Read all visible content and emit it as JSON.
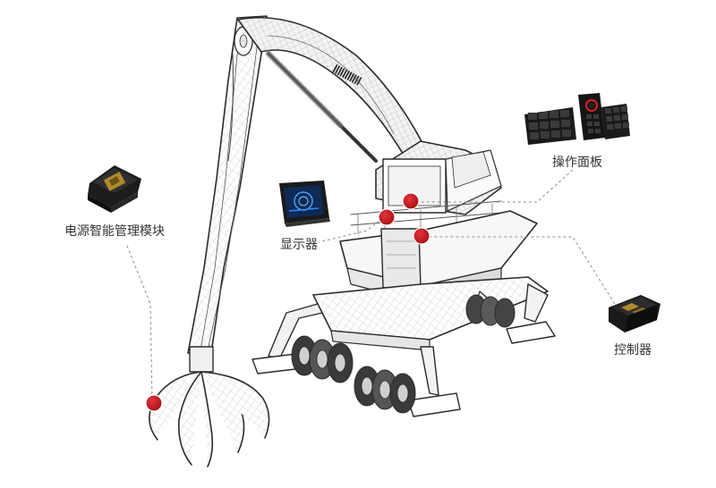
{
  "labels": {
    "power_module": "电源智能管理模块",
    "display": "显示器",
    "operation_panel": "操作面板",
    "controller": "控制器"
  },
  "colors": {
    "hotspot": "#c8161d",
    "line": "#2b2b2b",
    "wire": "#9a9a9a",
    "leader": "#8c8c8c",
    "device_dark": "#1a1a1a",
    "device_gold": "#b08a2e",
    "screen_blue": "#1e5aa8"
  },
  "icons": {
    "power_module": "power-module-device-icon",
    "display": "display-tablet-icon",
    "operation_panel": "keypad-panel-icon",
    "controller": "controller-box-icon",
    "machine": "material-handler-crane-illustration"
  }
}
